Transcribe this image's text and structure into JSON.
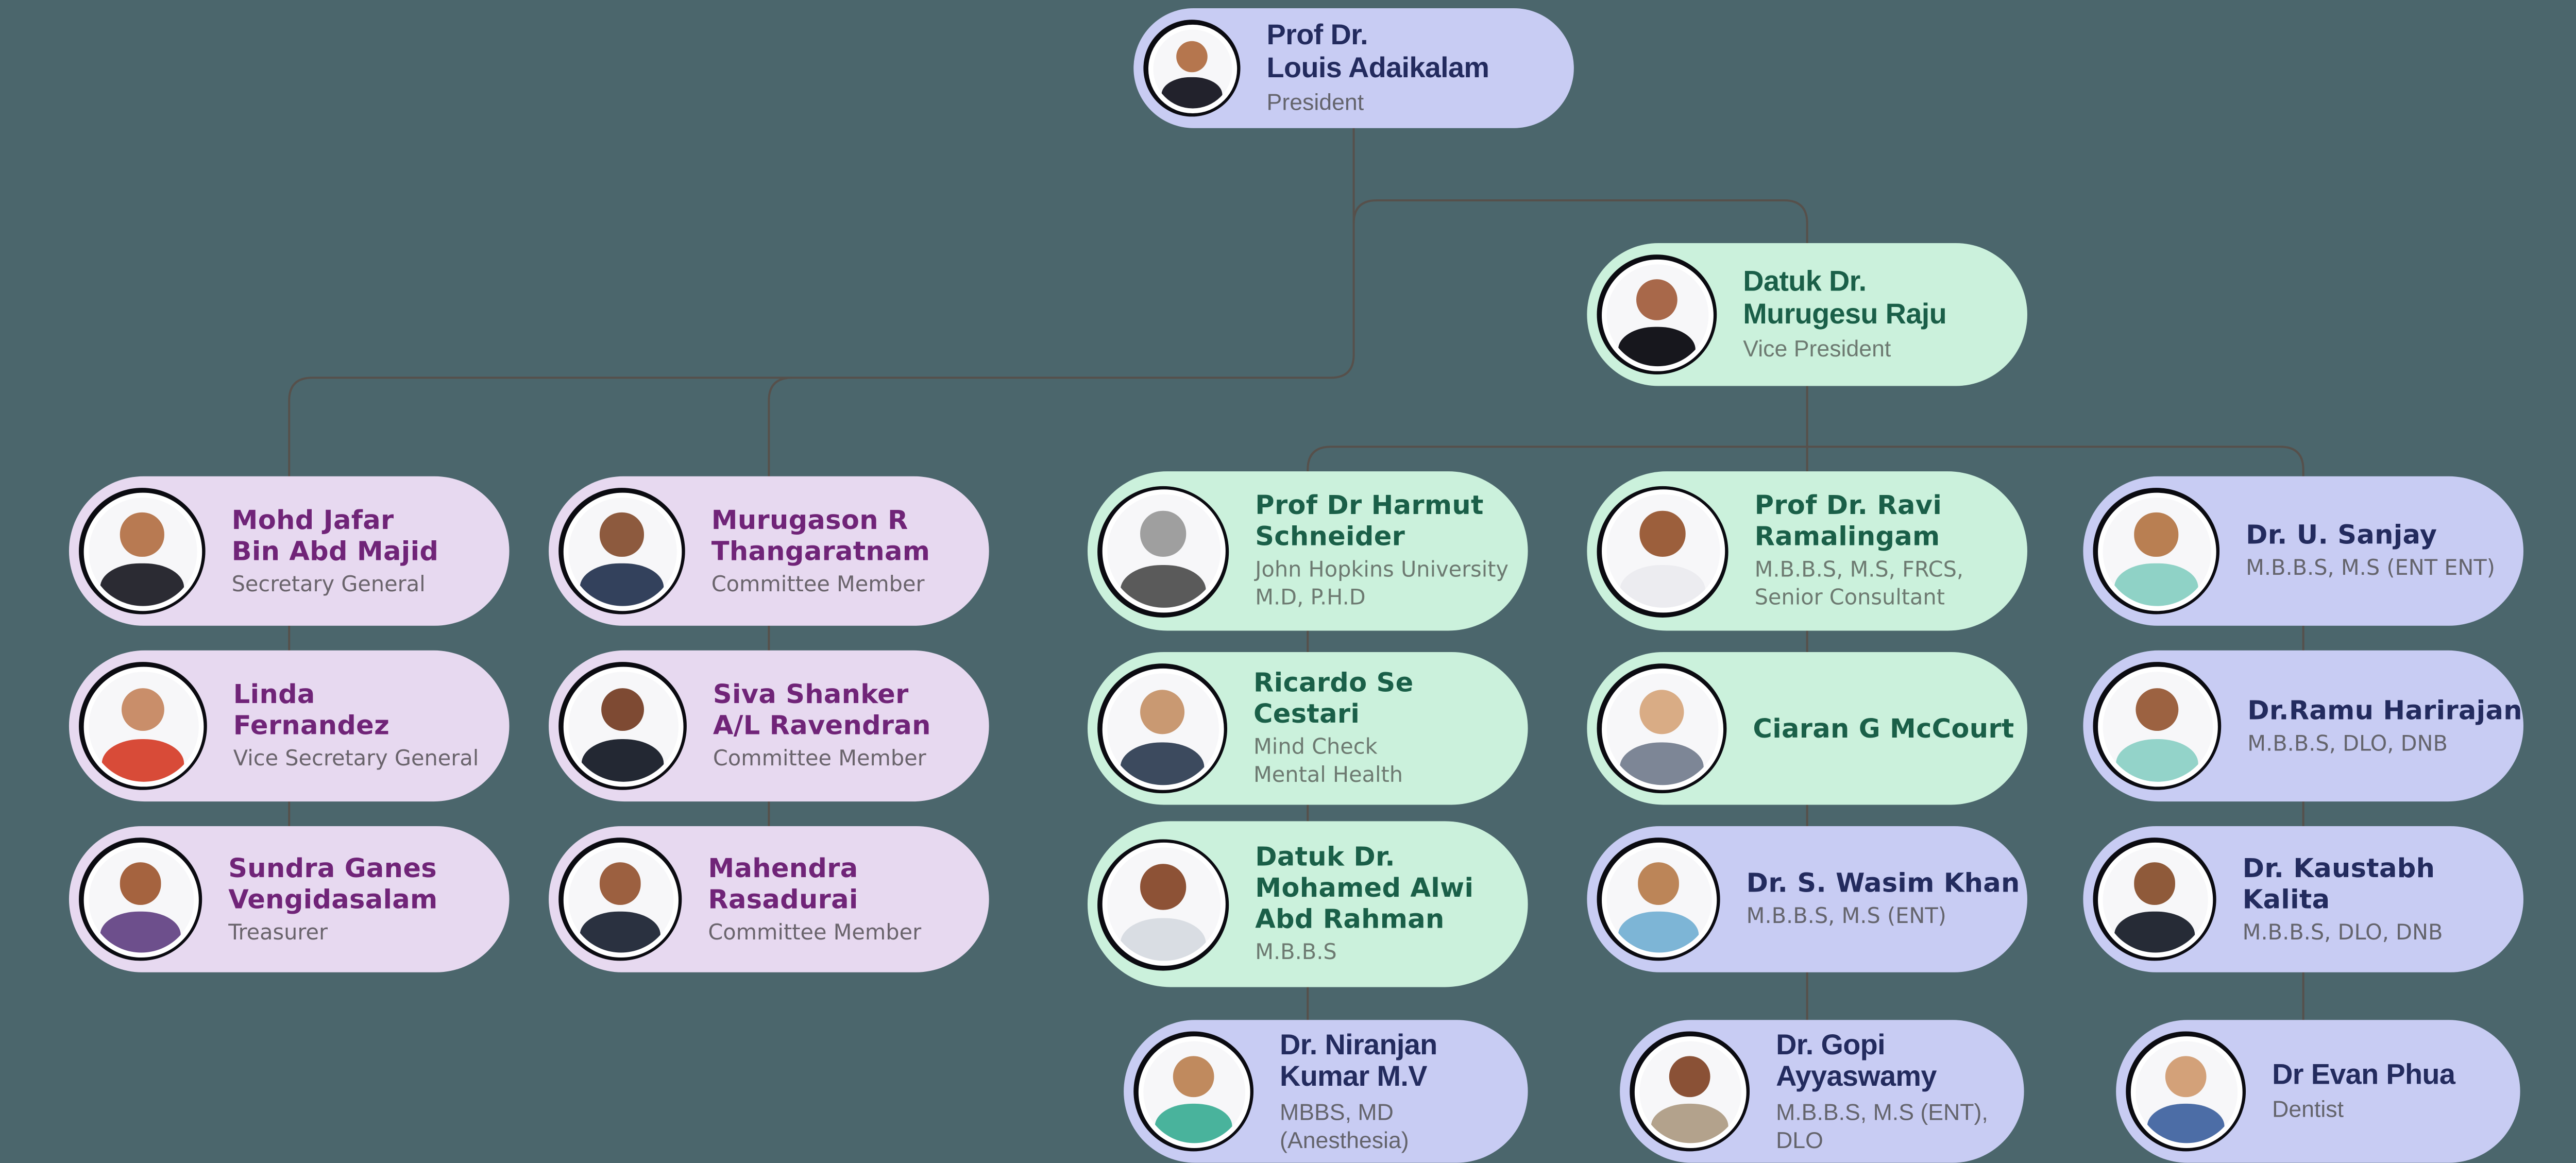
{
  "diagram": {
    "type": "organization-chart",
    "palette": {
      "background": "#4b666c",
      "connector_line": "#56504b",
      "card_purple": "#c8ccf3",
      "card_green": "#cbf1dc",
      "card_pink": "#e7d9f0",
      "name_navy": "#232b5e",
      "name_green": "#1a5f48",
      "name_purple": "#702478",
      "subtitle_gray": "#6a6a6e"
    },
    "structure": {
      "root": "Prof Dr. Louis Adaikalam (President)",
      "root_reports": [
        "Vice President branch",
        "Secretariat branch"
      ],
      "left_branch_columns": [
        "Secretary General column",
        "Committee Member column"
      ],
      "right_branch_parent": "Datuk Dr. Murugesu Raju (Vice President)",
      "right_branch_columns": 3
    }
  },
  "people": [
    {
      "name_lines": [
        "Prof Dr.",
        "Louis Adaikalam"
      ],
      "title_lines": [
        "President"
      ],
      "theme": "purple",
      "avatar": {
        "shirt": "#22222c",
        "head": "#b5764e"
      }
    },
    {
      "name_lines": [
        "Datuk Dr.",
        "Murugesu Raju"
      ],
      "title_lines": [
        "Vice President"
      ],
      "theme": "green",
      "avatar": {
        "shirt": "#17171d",
        "head": "#a8684a"
      }
    },
    {
      "name_lines": [
        "Mohd Jafar",
        "Bin Abd Majid"
      ],
      "title_lines": [
        "Secretary General"
      ],
      "theme": "pink",
      "avatar": {
        "shirt": "#2b2b33",
        "head": "#b87a52"
      }
    },
    {
      "name_lines": [
        "Linda",
        "Fernandez"
      ],
      "title_lines": [
        "Vice Secretary General"
      ],
      "theme": "pink",
      "avatar": {
        "shirt": "#d84b38",
        "head": "#c98e6a"
      }
    },
    {
      "name_lines": [
        "Sundra Ganes",
        "Vengidasalam"
      ],
      "title_lines": [
        "Treasurer"
      ],
      "theme": "pink",
      "avatar": {
        "shirt": "#6d4f8c",
        "head": "#a5633f"
      }
    },
    {
      "name_lines": [
        "Murugason R",
        "Thangaratnam"
      ],
      "title_lines": [
        "Committee Member"
      ],
      "theme": "pink",
      "avatar": {
        "shirt": "#33415c",
        "head": "#8d5a3e"
      }
    },
    {
      "name_lines": [
        "Siva Shanker",
        "A/L Ravendran"
      ],
      "title_lines": [
        "Committee Member"
      ],
      "theme": "pink",
      "avatar": {
        "shirt": "#232833",
        "head": "#7e4a33"
      }
    },
    {
      "name_lines": [
        "Mahendra",
        "Rasadurai"
      ],
      "title_lines": [
        "Committee Member"
      ],
      "theme": "pink",
      "avatar": {
        "shirt": "#2a3140",
        "head": "#9c6040"
      }
    },
    {
      "name_lines": [
        "Prof Dr Harmut",
        "Schneider"
      ],
      "title_lines": [
        "John Hopkins University",
        "M.D, P.H.D"
      ],
      "theme": "green",
      "avatar": {
        "shirt": "#5a5a5a",
        "head": "#9f9f9f"
      }
    },
    {
      "name_lines": [
        "Ricardo Se Cestari"
      ],
      "title_lines": [
        "Mind Check",
        "Mental Health"
      ],
      "theme": "green",
      "avatar": {
        "shirt": "#3c4a5e",
        "head": "#c99972"
      }
    },
    {
      "name_lines": [
        "Datuk Dr.",
        "Mohamed Alwi",
        "Abd Rahman"
      ],
      "title_lines": [
        "M.B.B.S"
      ],
      "theme": "green",
      "avatar": {
        "shirt": "#d9dde3",
        "head": "#8d5236"
      }
    },
    {
      "name_lines": [
        "Dr. Niranjan",
        "Kumar M.V"
      ],
      "title_lines": [
        "MBBS, MD (Anesthesia)"
      ],
      "theme": "purple",
      "avatar": {
        "shirt": "#49b39c",
        "head": "#c08a5e"
      }
    },
    {
      "name_lines": [
        "Prof Dr. Ravi",
        "Ramalingam"
      ],
      "title_lines": [
        "M.B.B.S, M.S, FRCS,",
        "Senior Consultant"
      ],
      "theme": "green",
      "avatar": {
        "shirt": "#ececf0",
        "head": "#9c5f3c"
      }
    },
    {
      "name_lines": [
        "Ciaran G McCourt"
      ],
      "title_lines": [],
      "theme": "green",
      "avatar": {
        "shirt": "#7d8696",
        "head": "#d9ac85"
      }
    },
    {
      "name_lines": [
        "Dr. S. Wasim Khan"
      ],
      "title_lines": [
        "M.B.B.S, M.S (ENT)"
      ],
      "theme": "purple",
      "avatar": {
        "shirt": "#7db5d6",
        "head": "#bc8558"
      }
    },
    {
      "name_lines": [
        "Dr. Gopi",
        "Ayyaswamy"
      ],
      "title_lines": [
        "M.B.B.S, M.S (ENT), DLO"
      ],
      "theme": "purple",
      "avatar": {
        "shirt": "#b3a28c",
        "head": "#8a5136"
      }
    },
    {
      "name_lines": [
        "Dr. U. Sanjay"
      ],
      "title_lines": [
        "M.B.B.S, M.S (ENT ENT)"
      ],
      "theme": "purple",
      "avatar": {
        "shirt": "#8fd2c6",
        "head": "#b97f52"
      }
    },
    {
      "name_lines": [
        "Dr.Ramu Harirajan"
      ],
      "title_lines": [
        "M.B.B.S, DLO, DNB"
      ],
      "theme": "purple",
      "avatar": {
        "shirt": "#93d3c9",
        "head": "#9c6241"
      }
    },
    {
      "name_lines": [
        "Dr. Kaustabh Kalita"
      ],
      "title_lines": [
        "M.B.B.S, DLO, DNB"
      ],
      "theme": "purple",
      "avatar": {
        "shirt": "#262b36",
        "head": "#8f5a3a"
      }
    },
    {
      "name_lines": [
        "Dr Evan Phua"
      ],
      "title_lines": [
        "Dentist"
      ],
      "theme": "purple",
      "avatar": {
        "shirt": "#4c6da6",
        "head": "#d3a179"
      }
    }
  ]
}
